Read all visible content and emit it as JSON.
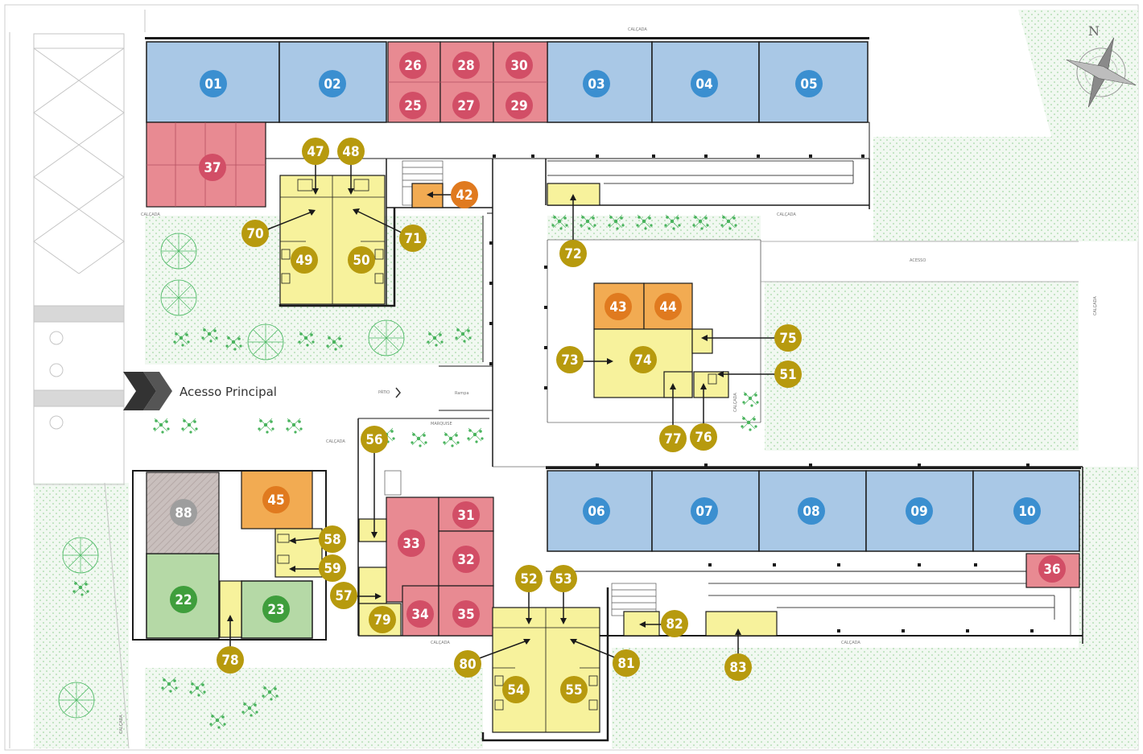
{
  "colors": {
    "classroom_fill": "#a9c8e6",
    "classroom_marker": "#3b8fd0",
    "office_fill": "#e88a92",
    "office_marker": "#d24e66",
    "service_fill": "#f2ab52",
    "service_marker": "#e07a1f",
    "wc_fill": "#f7f29c",
    "wc_marker": "#b79a0e",
    "green_fill": "#b5d9a6",
    "green_marker": "#3f9e3c",
    "gray_fill": "#c9bfbd",
    "gray_marker": "#9e9e9e",
    "wall": "#1a1a1a",
    "lawn": "#eaf5ea",
    "tree": "#3fae55"
  },
  "labels": {
    "main_access": "Acesso Principal",
    "north": "N",
    "calcada": "CALÇADA",
    "acesso": "ACESSO",
    "rampa": "Rampa",
    "patio": "PÁTIO",
    "marquise": "MARQUISE"
  },
  "rooms": [
    {
      "n": "01",
      "cat": "classroom"
    },
    {
      "n": "02",
      "cat": "classroom"
    },
    {
      "n": "03",
      "cat": "classroom"
    },
    {
      "n": "04",
      "cat": "classroom"
    },
    {
      "n": "05",
      "cat": "classroom"
    },
    {
      "n": "06",
      "cat": "classroom"
    },
    {
      "n": "07",
      "cat": "classroom"
    },
    {
      "n": "08",
      "cat": "classroom"
    },
    {
      "n": "09",
      "cat": "classroom"
    },
    {
      "n": "10",
      "cat": "classroom"
    },
    {
      "n": "25",
      "cat": "office"
    },
    {
      "n": "26",
      "cat": "office"
    },
    {
      "n": "27",
      "cat": "office"
    },
    {
      "n": "28",
      "cat": "office"
    },
    {
      "n": "29",
      "cat": "office"
    },
    {
      "n": "30",
      "cat": "office"
    },
    {
      "n": "31",
      "cat": "office"
    },
    {
      "n": "32",
      "cat": "office"
    },
    {
      "n": "33",
      "cat": "office"
    },
    {
      "n": "34",
      "cat": "office"
    },
    {
      "n": "35",
      "cat": "office"
    },
    {
      "n": "36",
      "cat": "office"
    },
    {
      "n": "37",
      "cat": "office"
    },
    {
      "n": "42",
      "cat": "service"
    },
    {
      "n": "43",
      "cat": "service"
    },
    {
      "n": "44",
      "cat": "service"
    },
    {
      "n": "45",
      "cat": "service"
    },
    {
      "n": "22",
      "cat": "green"
    },
    {
      "n": "23",
      "cat": "green"
    },
    {
      "n": "88",
      "cat": "gray"
    },
    {
      "n": "47",
      "cat": "wc"
    },
    {
      "n": "48",
      "cat": "wc"
    },
    {
      "n": "49",
      "cat": "wc"
    },
    {
      "n": "50",
      "cat": "wc"
    },
    {
      "n": "51",
      "cat": "wc"
    },
    {
      "n": "52",
      "cat": "wc"
    },
    {
      "n": "53",
      "cat": "wc"
    },
    {
      "n": "54",
      "cat": "wc"
    },
    {
      "n": "55",
      "cat": "wc"
    },
    {
      "n": "56",
      "cat": "wc"
    },
    {
      "n": "57",
      "cat": "wc"
    },
    {
      "n": "58",
      "cat": "wc"
    },
    {
      "n": "59",
      "cat": "wc"
    },
    {
      "n": "70",
      "cat": "wc"
    },
    {
      "n": "71",
      "cat": "wc"
    },
    {
      "n": "72",
      "cat": "wc"
    },
    {
      "n": "73",
      "cat": "wc"
    },
    {
      "n": "74",
      "cat": "wc"
    },
    {
      "n": "75",
      "cat": "wc"
    },
    {
      "n": "76",
      "cat": "wc"
    },
    {
      "n": "77",
      "cat": "wc"
    },
    {
      "n": "78",
      "cat": "wc"
    },
    {
      "n": "79",
      "cat": "wc"
    },
    {
      "n": "80",
      "cat": "wc"
    },
    {
      "n": "81",
      "cat": "wc"
    },
    {
      "n": "82",
      "cat": "wc"
    },
    {
      "n": "83",
      "cat": "wc"
    }
  ]
}
